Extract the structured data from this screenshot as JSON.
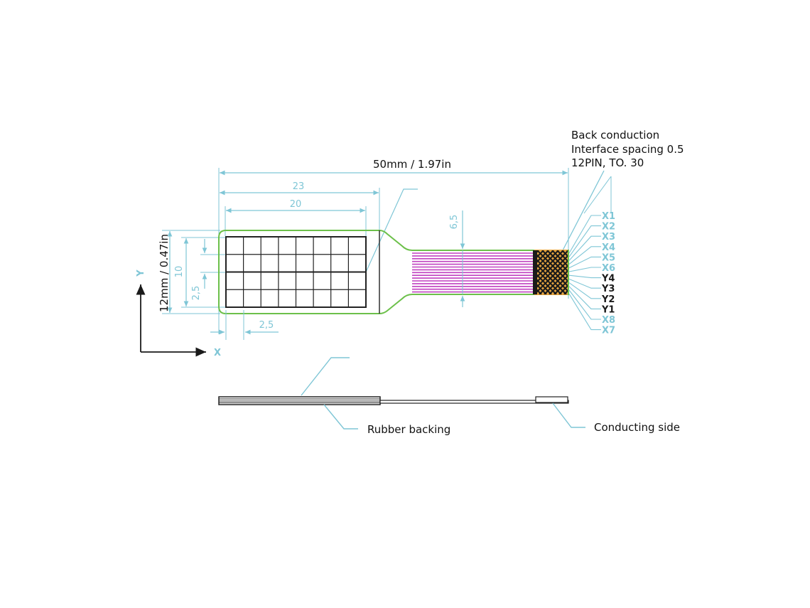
{
  "notes": {
    "back_conduction": "Back conduction",
    "interface_spacing": "Interface spacing 0.5",
    "pin_spec": "12PIN, TO. 30",
    "rubber_backing": "Rubber backing",
    "conducting_side": "Conducting side"
  },
  "dimensions": {
    "total_length": "50mm / 1.97in",
    "outer_width": "23",
    "inner_width": "20",
    "total_height": "12mm / 0.47in",
    "inner_height": "10",
    "cell_height": "2,5",
    "cell_width": "2,5",
    "tail_width": "6,5"
  },
  "axes": {
    "x": "X",
    "y": "Y"
  },
  "pins": [
    "X1",
    "X2",
    "X3",
    "X4",
    "X5",
    "X6",
    "Y4",
    "Y3",
    "Y2",
    "Y1",
    "X8",
    "X7"
  ],
  "colors": {
    "dimension": "#7fc6d6",
    "outline": "#6cc04a",
    "traces": "#c040c0",
    "connector": "#e8a640"
  }
}
